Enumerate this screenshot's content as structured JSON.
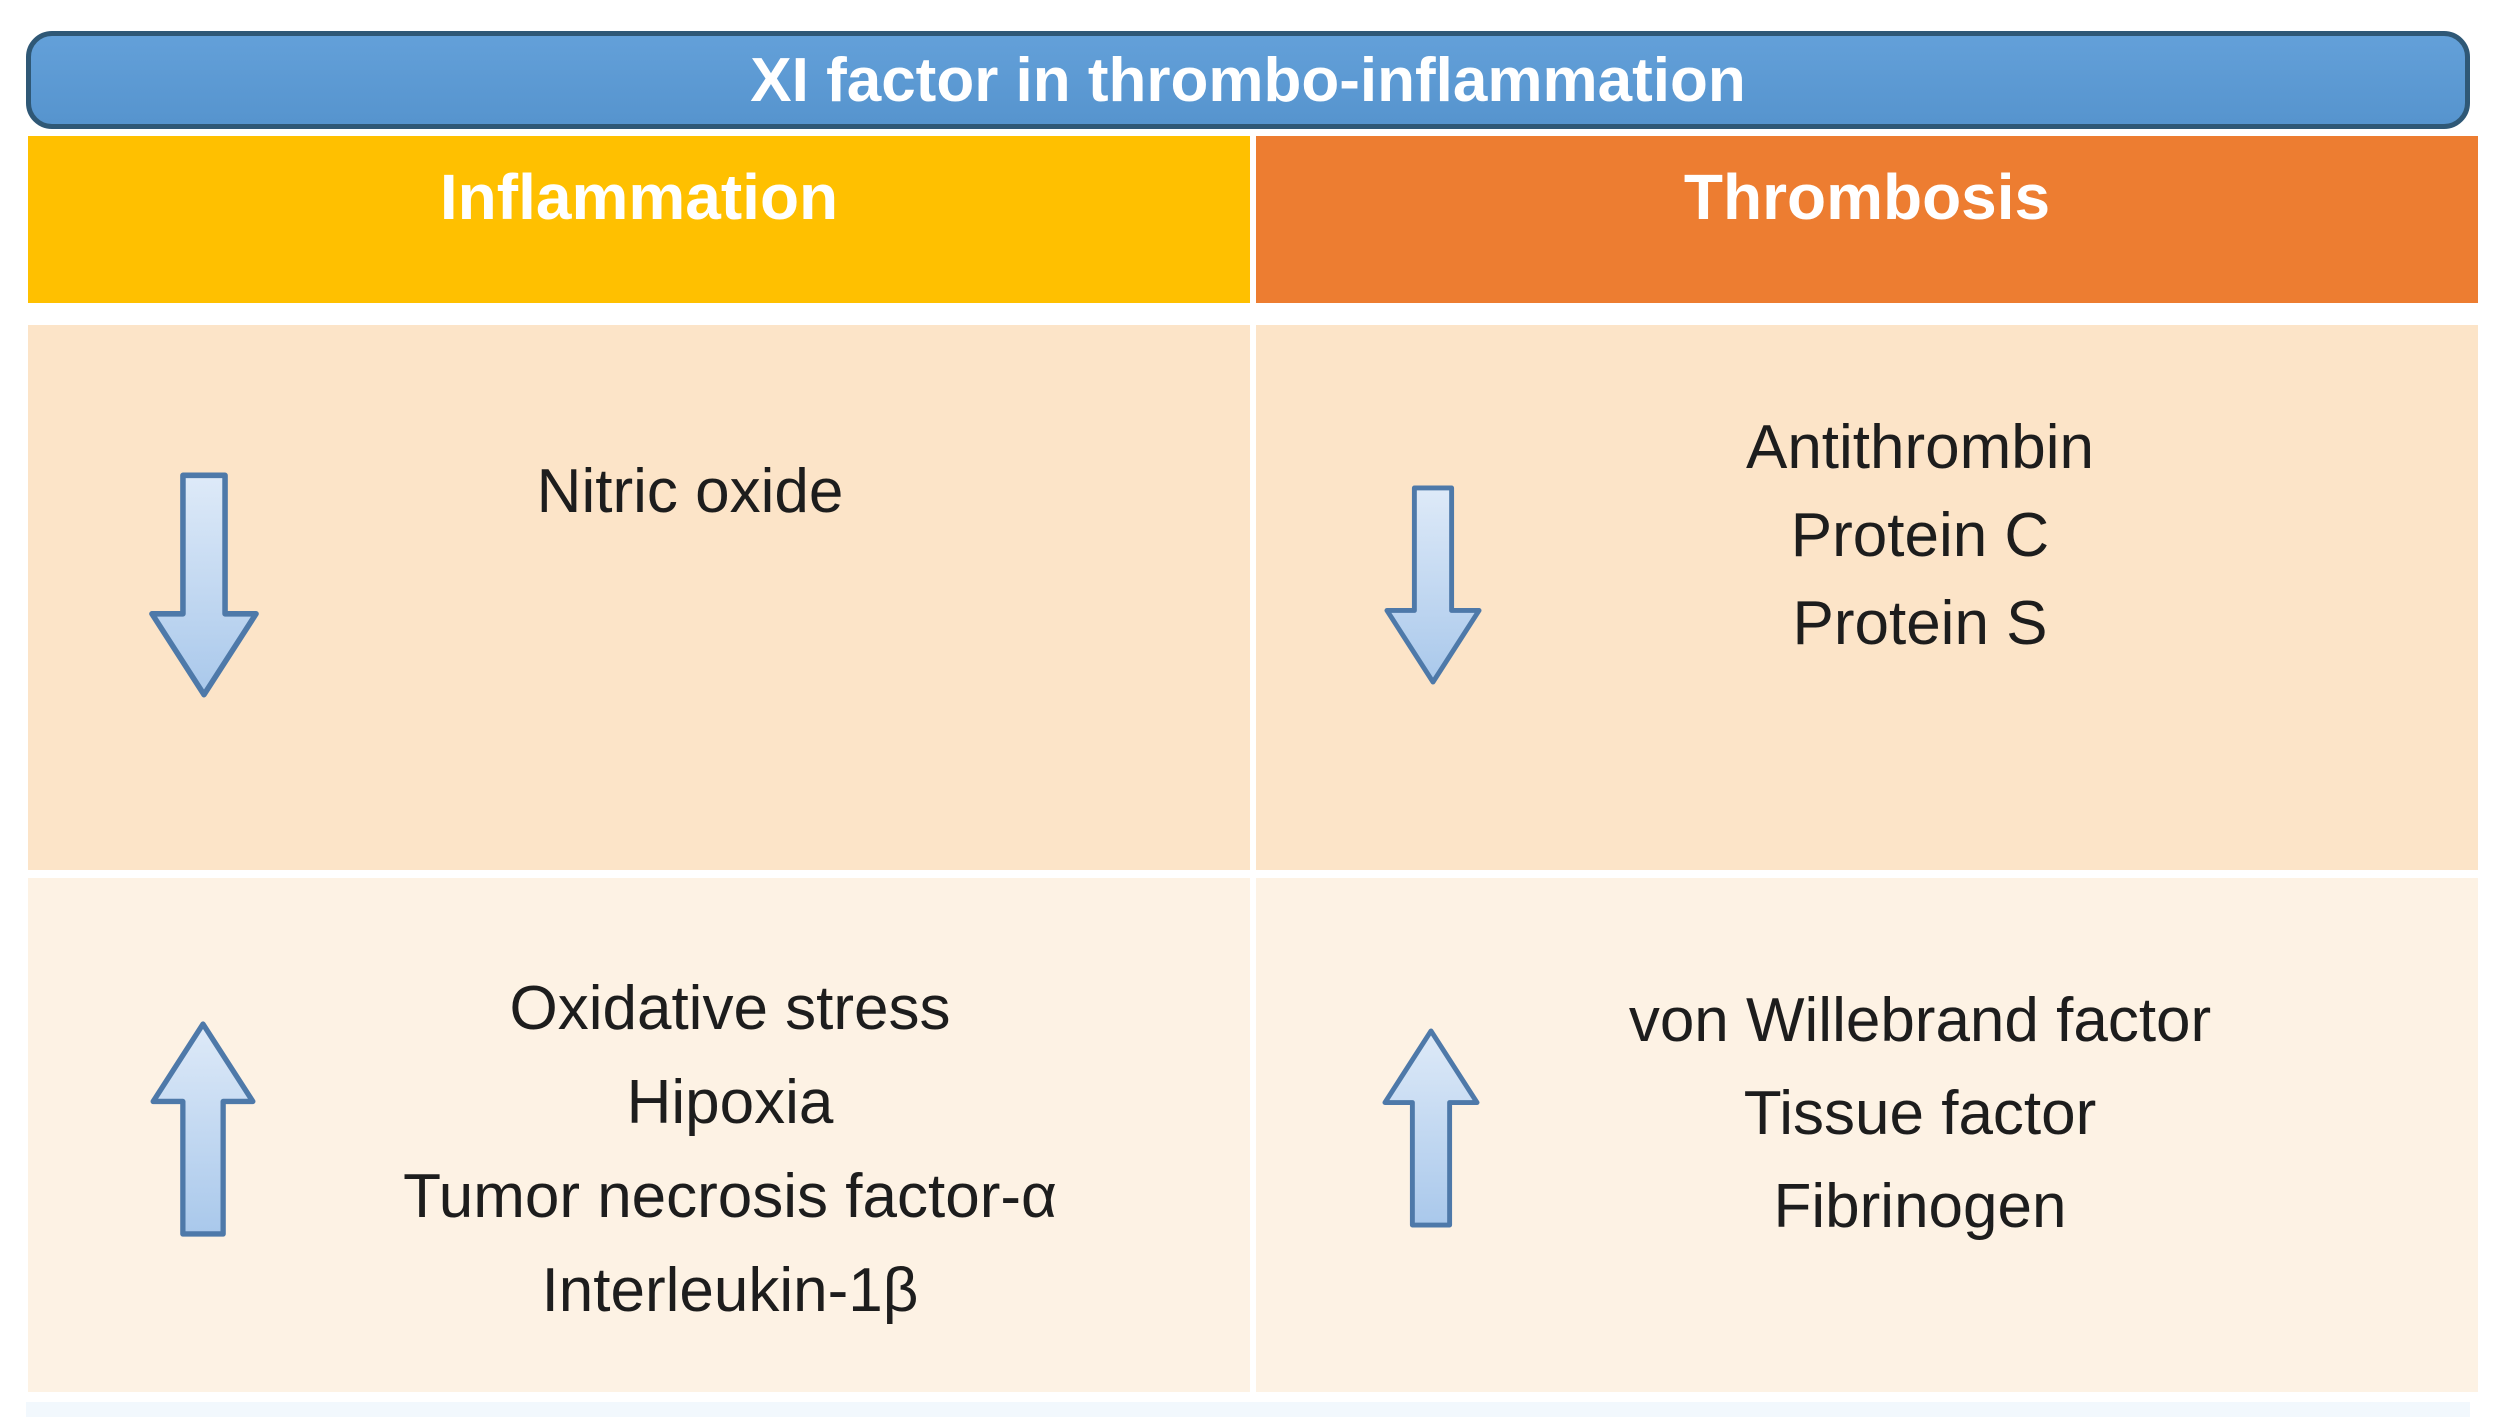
{
  "title": "XI factor in thrombo-inflammation",
  "columns": {
    "left": "Inflammation",
    "right": "Thrombosis"
  },
  "rows": [
    {
      "direction": "decreased",
      "arrow": "down-arrow",
      "left": {
        "items": [
          "Nitric oxide"
        ]
      },
      "right": {
        "items": [
          "Antithrombin",
          "Protein C",
          "Protein S"
        ]
      }
    },
    {
      "direction": "increased",
      "arrow": "up-arrow",
      "left": {
        "items": [
          "Oxidative stress",
          "Hipoxia",
          "Tumor necrosis factor-α",
          "Interleukin-1β"
        ]
      },
      "right": {
        "items": [
          "von Willebrand factor",
          "Tissue factor",
          "Fibrinogen"
        ]
      }
    }
  ],
  "colors": {
    "title_bg": "#5B9BD5",
    "title_border": "#2F5876",
    "inflammation_header_bg": "#FFC000",
    "thrombosis_header_bg": "#ED7D31",
    "row1_bg": "#FCE4C8",
    "row2_bg": "#FDF2E4",
    "arrow_fill_top": "#DEEAF8",
    "arrow_fill_bottom": "#A9C8EB",
    "arrow_border": "#4E79A9",
    "header_text": "#FFFFFF",
    "body_text": "#1D1D1D"
  }
}
